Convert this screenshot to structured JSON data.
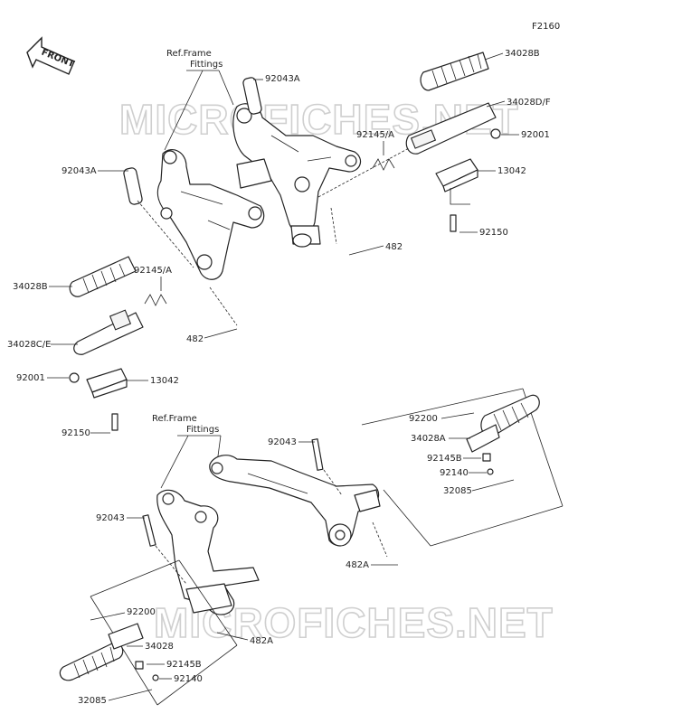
{
  "figure_code": "F2160",
  "front_arrow": {
    "text": "FRONT",
    "icon": "front-arrow-icon"
  },
  "watermarks": [
    "MICROFICHES.NET",
    "MICROFICHES.NET"
  ],
  "labels": {
    "ref_top": "Ref.Frame",
    "fit_top": "Fittings",
    "ref_mid": "Ref.Frame",
    "fit_mid": "Fittings",
    "p92043A_top": "92043A",
    "p92043A_left": "92043A",
    "p34028B_top": "34028B",
    "p34028D": "34028D/F",
    "p92145A_top": "92145/A",
    "p92001_top": "92001",
    "p13042_top": "13042",
    "p92150_top": "92150",
    "p482_top": "482",
    "p34028B_left": "34028B",
    "p92145A_left": "92145/A",
    "p34028C": "34028C/E",
    "p482_left": "482",
    "p92001_left": "92001",
    "p13042_left": "13042",
    "p92150_left": "92150",
    "p92043_mid": "92043",
    "p92200_r": "92200",
    "p34028A": "34028A",
    "p92145B_r": "92145B",
    "p92140_r": "92140",
    "p32085_r": "32085",
    "p92043_left": "92043",
    "p482A_r": "482A",
    "p92200_l": "92200",
    "p34028": "34028",
    "p482A_l": "482A",
    "p92145B_l": "92145B",
    "p92140_l": "92140",
    "p32085_l": "32085"
  }
}
